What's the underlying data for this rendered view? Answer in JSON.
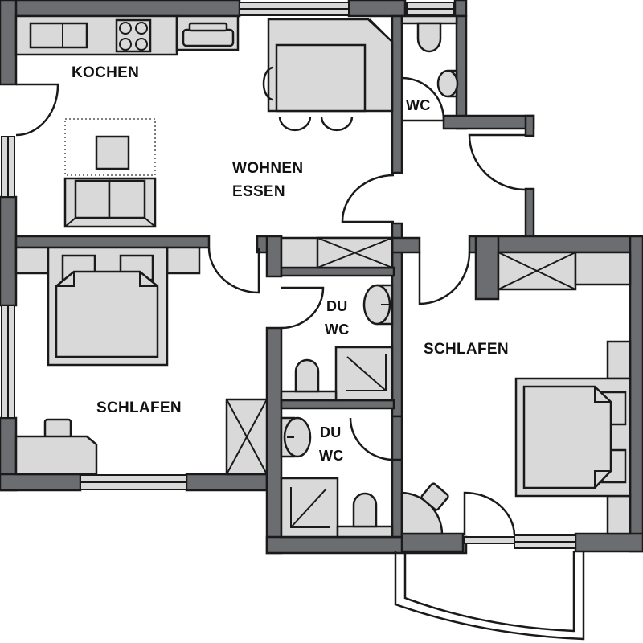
{
  "plan": {
    "colors": {
      "wall": "#6b6d70",
      "furniture": "#d9d9da",
      "outline": "#1a1a1a",
      "background": "#ffffff"
    }
  },
  "rooms": {
    "kochen": {
      "label": "KOCHEN"
    },
    "wohnen": {
      "line1": "WOHNEN",
      "line2": "ESSEN"
    },
    "wc": {
      "label": "WC"
    },
    "schlafen_left": {
      "label": "SCHLAFEN"
    },
    "bath1": {
      "line1": "DU",
      "line2": "WC"
    },
    "bath2": {
      "line1": "DU",
      "line2": "WC"
    },
    "schlafen_right": {
      "label": "SCHLAFEN"
    }
  }
}
